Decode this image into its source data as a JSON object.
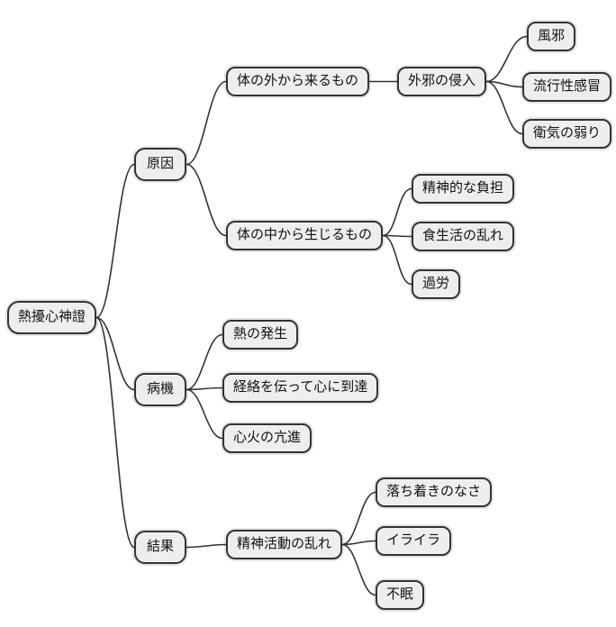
{
  "colors": {
    "background": "#ffffff",
    "node_fill": "#eeeeee",
    "node_border": "#333333",
    "edge": "#333333",
    "text": "#111111"
  },
  "nodes": {
    "root": {
      "label": "熱擾心神證"
    },
    "cause": {
      "label": "原因"
    },
    "external": {
      "label": "体の外から来るもの"
    },
    "invasion": {
      "label": "外邪の侵入"
    },
    "wind": {
      "label": "風邪"
    },
    "influenza": {
      "label": "流行性感冒"
    },
    "weak_qi": {
      "label": "衛気の弱り"
    },
    "internal": {
      "label": "体の中から生じるもの"
    },
    "burden": {
      "label": "精神的な負担"
    },
    "diet": {
      "label": "食生活の乱れ"
    },
    "overwork": {
      "label": "過労"
    },
    "pathogenesis": {
      "label": "病機"
    },
    "heat": {
      "label": "熱の発生"
    },
    "meridian": {
      "label": "経絡を伝って心に到達"
    },
    "heart_fire": {
      "label": "心火の亢進"
    },
    "result": {
      "label": "結果"
    },
    "disturbance": {
      "label": "精神活動の乱れ"
    },
    "restlessness": {
      "label": "落ち着きのなさ"
    },
    "irritability": {
      "label": "イライラ"
    },
    "insomnia": {
      "label": "不眠"
    }
  },
  "tree": {
    "id": "root",
    "children": [
      {
        "id": "cause",
        "children": [
          {
            "id": "external",
            "children": [
              {
                "id": "invasion",
                "children": [
                  {
                    "id": "wind"
                  },
                  {
                    "id": "influenza"
                  },
                  {
                    "id": "weak_qi"
                  }
                ]
              }
            ]
          },
          {
            "id": "internal",
            "children": [
              {
                "id": "burden"
              },
              {
                "id": "diet"
              },
              {
                "id": "overwork"
              }
            ]
          }
        ]
      },
      {
        "id": "pathogenesis",
        "children": [
          {
            "id": "heat"
          },
          {
            "id": "meridian"
          },
          {
            "id": "heart_fire"
          }
        ]
      },
      {
        "id": "result",
        "children": [
          {
            "id": "disturbance",
            "children": [
              {
                "id": "restlessness"
              },
              {
                "id": "irritability"
              },
              {
                "id": "insomnia"
              }
            ]
          }
        ]
      }
    ]
  }
}
